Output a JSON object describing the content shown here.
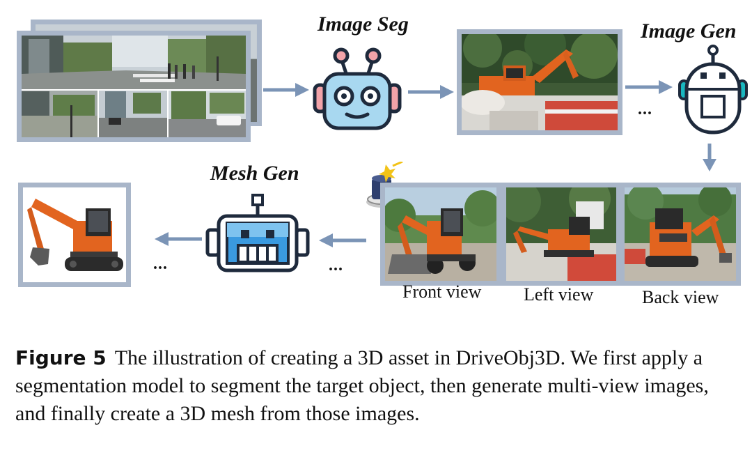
{
  "stages": {
    "image_seg": "Image Seg",
    "image_gen": "Image Gen",
    "mesh_gen": "Mesh Gen"
  },
  "views": {
    "front": "Front view",
    "left": "Left view",
    "back": "Back view"
  },
  "ellipsis": "...",
  "caption": {
    "figure_label": "Figure 5",
    "text": "The illustration of creating a 3D asset in DriveObj3D. We first apply a segmentation model to segment the target object, then generate multi-view images, and finally create a 3D mesh from those images."
  },
  "colors": {
    "frame": "#a9b6c9",
    "arrow": "#7b94b6",
    "robot_face": "#a8d8f0",
    "robot_dark": "#1e2a3c",
    "robot_accent_pink": "#f2a3a9",
    "robot_accent_teal": "#19b7bf",
    "mesh_robot_blue": "#3a9ae0",
    "excavator_orange": "#e2641f"
  }
}
